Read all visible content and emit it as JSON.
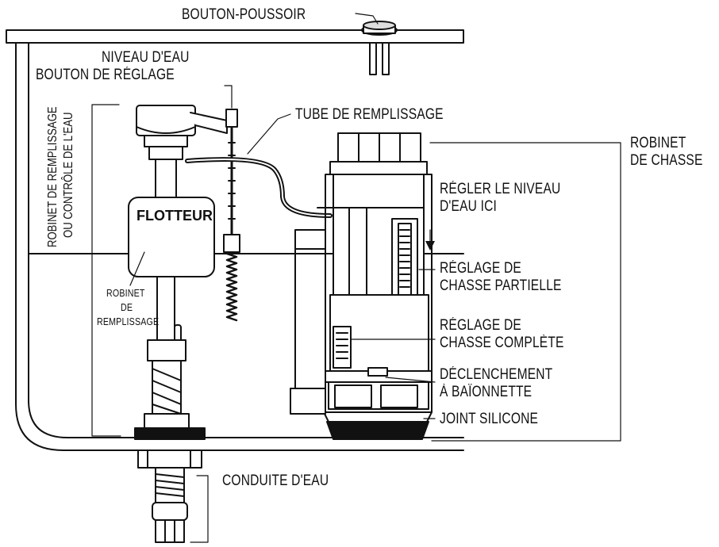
{
  "labels": {
    "push_button": "BOUTON-POUSSOIR",
    "water_level_line1": "NIVEAU D'EAU",
    "water_level_line2": "BOUTON DE RÉGLAGE",
    "fill_tube": "TUBE DE REMPLISSAGE",
    "flush_valve_line1": "ROBINET",
    "flush_valve_line2": "DE CHASSE",
    "set_water_level_line1": "RÉGLER LE NIVEAU",
    "set_water_level_line2": "D'EAU ICI",
    "partial_flush_line1": "RÉGLAGE DE",
    "partial_flush_line2": "CHASSE PARTIELLE",
    "full_flush_line1": "RÉGLAGE DE",
    "full_flush_line2": "CHASSE COMPLÈTE",
    "bayonet_line1": "DÉCLENCHEMENT",
    "bayonet_line2": "À BAÏONNETTE",
    "silicone_seal": "JOINT SILICONE",
    "water_supply": "CONDUITE D'EAU",
    "float": "FLOTTEUR",
    "fill_valve_small_1": "ROBINET",
    "fill_valve_small_2": "DE",
    "fill_valve_small_3": "REMPLISSAGE",
    "fill_valve_vertical_1": "ROBINET DE REMPLISSAGE",
    "fill_valve_vertical_2": "OU CONTRÔLE DE L'EAU"
  },
  "colors": {
    "ink": "#111111",
    "paper": "#ffffff",
    "water": "#ffffff"
  }
}
